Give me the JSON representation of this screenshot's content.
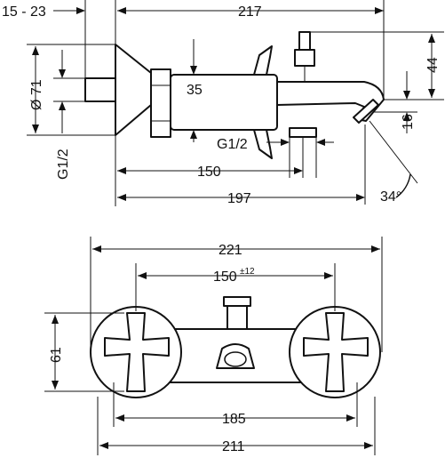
{
  "side_view": {
    "dim_wall_offset": "15 - 23",
    "dim_overall_depth": "217",
    "dim_flange_diameter": "Ø 71",
    "dim_inlet_thread": "G1/2",
    "dim_body_diameter": "35",
    "dim_outlet_thread": "G1/2",
    "dim_to_outlet": "150",
    "dim_to_spout_tip": "197",
    "dim_top_height": "44",
    "dim_spout_drop": "16",
    "dim_spout_angle": "34°"
  },
  "front_view": {
    "dim_overall_width": "221",
    "dim_centers": "150",
    "dim_centers_tolerance": "±12",
    "dim_height": "61",
    "dim_inner_width": "185",
    "dim_base_width": "211"
  }
}
